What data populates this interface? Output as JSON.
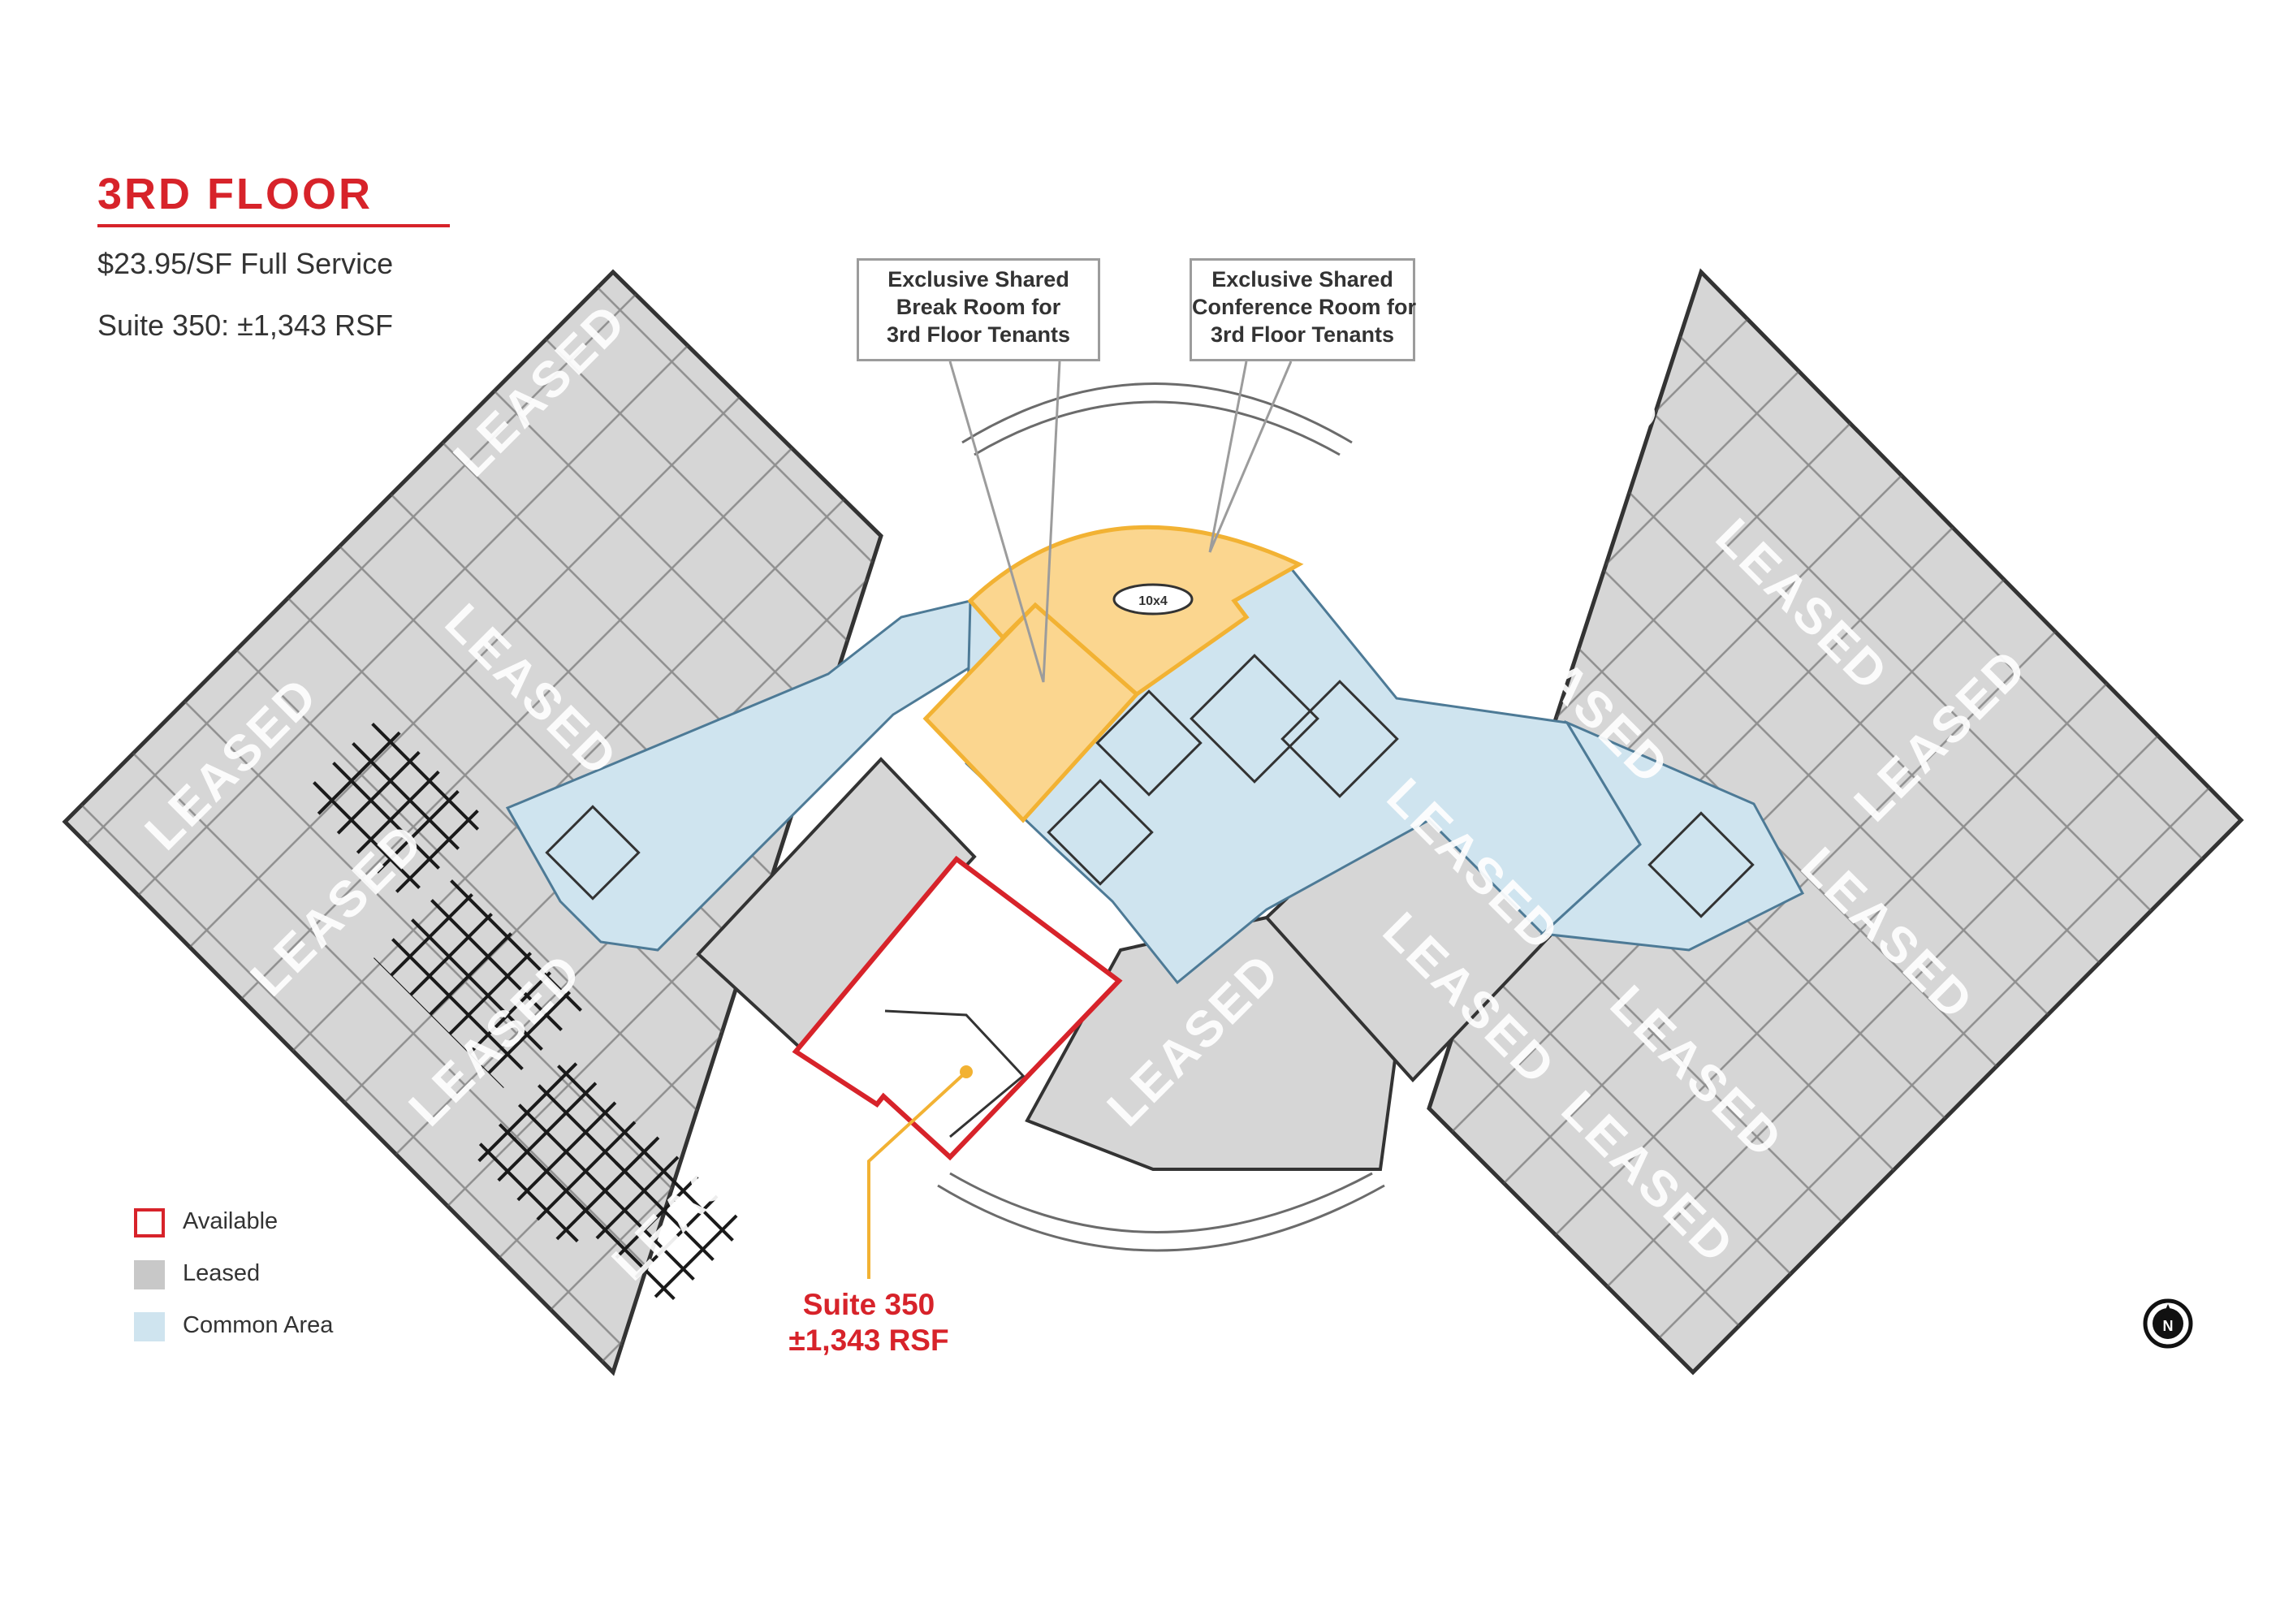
{
  "header": {
    "floor_title": "3RD FLOOR",
    "rate": "$23.95/SF Full Service",
    "suite_line": "Suite 350:   ±1,343 RSF"
  },
  "callouts": {
    "break_room": [
      "Exclusive Shared",
      "Break Room for",
      "3rd Floor Tenants"
    ],
    "conference_room": [
      "Exclusive Shared",
      "Conference Room for",
      "3rd Floor Tenants"
    ]
  },
  "plan": {
    "leased_label": "LEASED",
    "table_label": "10x4"
  },
  "suite": {
    "name": "Suite 350",
    "area": "±1,343 RSF"
  },
  "legend": [
    {
      "label": "Available",
      "color": "#d7232a"
    },
    {
      "label": "Leased",
      "color": "#c8c8c8"
    },
    {
      "label": "Common Area",
      "color": "#cfe4ef"
    }
  ],
  "colors": {
    "accent": "#d7232a",
    "leased": "#d6d6d6",
    "common": "#cfe4ef",
    "shared": "#fbd68f",
    "callout_line": "#f2b233"
  },
  "icons": {
    "north_arrow": "north-arrow-icon"
  }
}
